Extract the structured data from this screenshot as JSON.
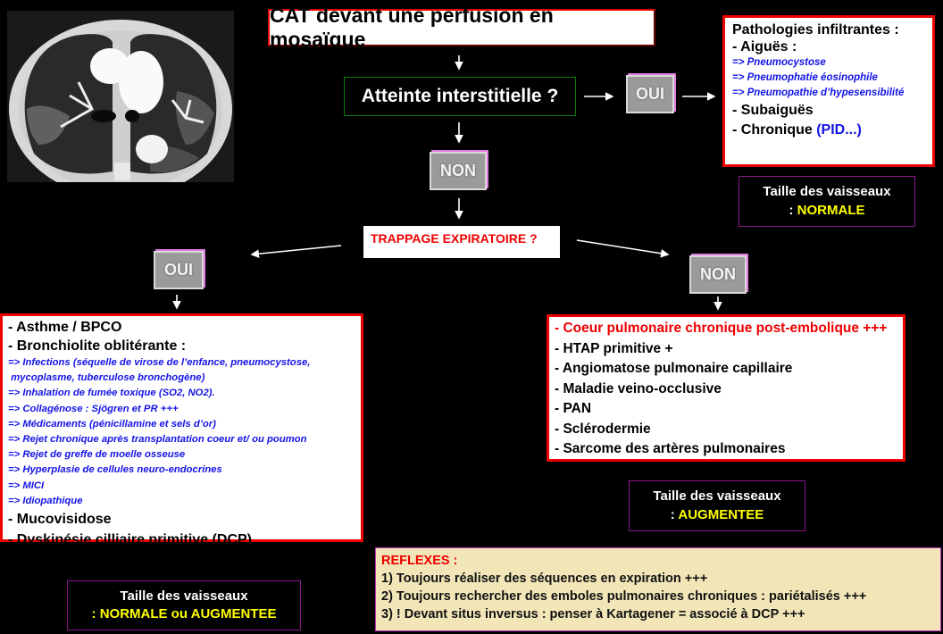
{
  "image": {
    "alt": "Coupe scanner thoracique montrant une perfusion en mosaïque",
    "icon": "ct-scan-image"
  },
  "title": "CAT devant une perfusion en mosaïque",
  "question_interstitial": "Atteinte interstitielle ?",
  "choice_yes": "OUI",
  "choice_no": "NON",
  "infiltrative_box": {
    "heading": "Pathologies infiltrantes :",
    "acute": "- Aiguës :",
    "acute_items": [
      "=> Pneumocystose",
      "=> Pneumophatie éosinophile",
      "=> Pneumopathie d’hypesensibilité"
    ],
    "subacute": "- Subaiguës",
    "chronic": "- Chronique ",
    "chronic_note": "(PID...)"
  },
  "vessel_size_label": "Taille des vaisseaux",
  "vessel_size_infiltrative": "NORMALE",
  "question_trapping": "TRAPPAGE EXPIRATOIRE ?",
  "trapping_yes_box": {
    "items_top": [
      "- Asthme / BPCO",
      "- Bronchiolite oblitérante :"
    ],
    "sub_items": [
      "=> Infections (séquelle de virose de l’enfance, pneumocystose,",
      " mycoplasme, tuberculose bronchogène)",
      "=> Inhalation de fumée toxique (SO2, NO2).",
      "=> Collagénose : Sjögren et PR +++",
      "=> Médicaments (pénicillamine et sels d’or)",
      "=> Rejet chronique après transplantation coeur et/ ou poumon",
      "=> Rejet de greffe de moelle osseuse",
      "=> Hyperplasie de cellules neuro-endocrines",
      "=> MICI",
      "=> Idiopathique"
    ],
    "items_bottom": [
      "- Mucovisidose",
      "- Dyskinésie cilliaire primitive (DCP)"
    ]
  },
  "vessel_size_trapping_yes": "NORMALE ou AUGMENTEE",
  "trapping_no_box": {
    "highlight": "- Coeur pulmonaire chronique post-embolique +++",
    "items": [
      "- HTAP primitive +",
      "- Angiomatose pulmonaire capillaire",
      "- Maladie veino-occlusive",
      "- PAN",
      "- Sclérodermie",
      "- Sarcome des artères pulmonaires"
    ]
  },
  "vessel_size_trapping_no": "AUGMENTEE",
  "reflexes": {
    "heading": "REFLEXES :",
    "items": [
      "1) Toujours réaliser des séquences en expiration +++",
      "2) Toujours rechercher des emboles pulmonaires chroniques : pariétalisés +++",
      "3) ! Devant situs inversus : penser à Kartagener = associé à DCP +++"
    ]
  },
  "colors": {
    "red": "#ee0000",
    "blue": "#1414e6",
    "yellow": "#ffff00",
    "green": "#0a7a0a",
    "purple": "#8a1a8a",
    "reflex_bg": "#f2e6b8"
  }
}
